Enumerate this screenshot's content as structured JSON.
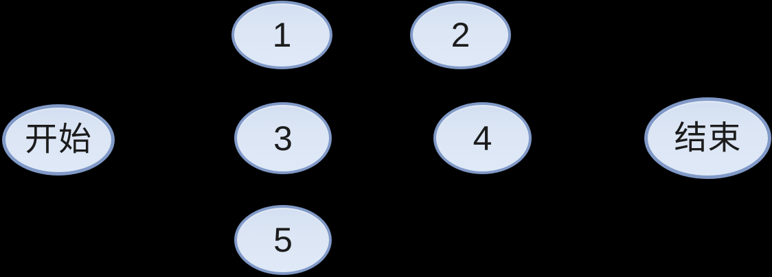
{
  "diagram": {
    "background_color": "#000000",
    "node_fill_color": "#dce6f5",
    "node_border_color": "#8099c7",
    "node_text_color": "#1c1c1c",
    "nodes": [
      {
        "id": "start",
        "label": "开始"
      },
      {
        "id": "1",
        "label": "1"
      },
      {
        "id": "2",
        "label": "2"
      },
      {
        "id": "3",
        "label": "3"
      },
      {
        "id": "4",
        "label": "4"
      },
      {
        "id": "5",
        "label": "5"
      },
      {
        "id": "end",
        "label": "结束"
      }
    ]
  }
}
